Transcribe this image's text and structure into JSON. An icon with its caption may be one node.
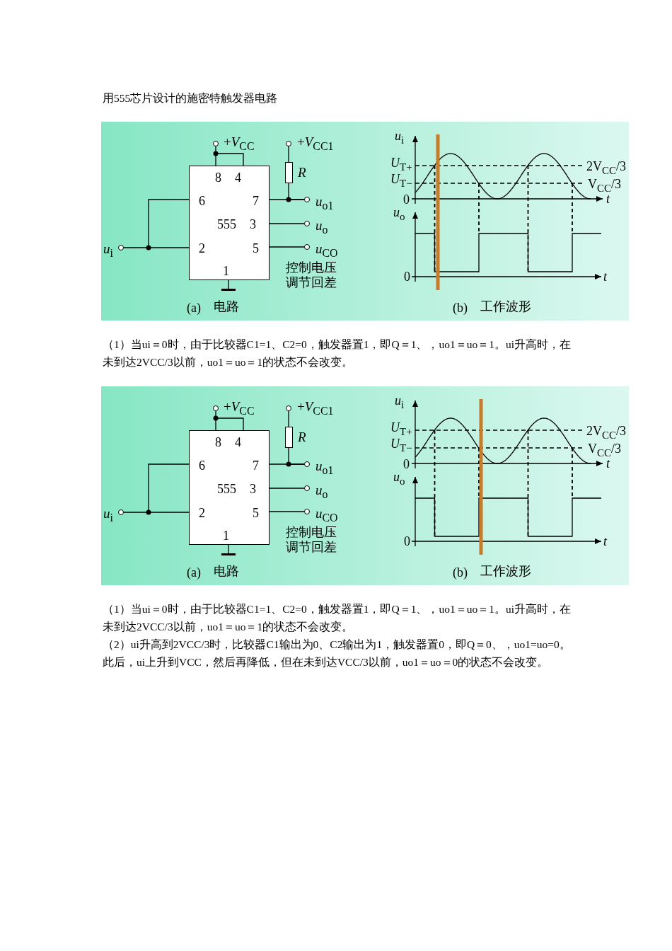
{
  "diagram": {
    "title": "用555芯片设计的施密特触发器电路",
    "nodes": [
      {
        "text": [
          "8",
          "4",
          "6",
          "7",
          "555",
          "3",
          "2",
          "5",
          "1"
        ]
      },
      {
        "text": [],
        "shape": "circle"
      },
      {
        "text": [],
        "shape": "circle"
      },
      {
        "text": [],
        "shape": "box"
      },
      {
        "text": [],
        "shape": "circle"
      },
      {
        "text": [],
        "shape": "circle"
      },
      {
        "text": [],
        "shape": "circle"
      },
      {
        "text": [],
        "shape": "circle"
      },
      {
        "text": [],
        "shape": "bar"
      },
      {
        "text": [
          "8",
          "4",
          "6",
          "7",
          "555",
          "3",
          "2",
          "5",
          "1"
        ]
      },
      {
        "text": [],
        "shape": "circle"
      },
      {
        "text": [],
        "shape": "circle"
      },
      {
        "text": [],
        "shape": "box"
      },
      {
        "text": [],
        "shape": "circle"
      },
      {
        "text": [],
        "shape": "circle"
      },
      {
        "text": [],
        "shape": "circle"
      },
      {
        "text": [],
        "shape": "circle"
      },
      {
        "text": [],
        "shape": "bar"
      }
    ],
    "edges": [
      {
        "from": 1,
        "to": 0,
        "arrow": "none"
      },
      {
        "from": 2,
        "to": 3,
        "arrow": "none"
      },
      {
        "from": 3,
        "to": 4,
        "arrow": "none"
      },
      {
        "from": 0,
        "to": 4,
        "arrow": "none"
      },
      {
        "from": 0,
        "to": 5,
        "arrow": "none"
      },
      {
        "from": 0,
        "to": 6,
        "arrow": "none"
      },
      {
        "from": 7,
        "to": 0,
        "arrow": "none"
      },
      {
        "from": 0,
        "to": 8,
        "arrow": "none"
      },
      {
        "from": 10,
        "to": 9,
        "arrow": "none"
      },
      {
        "from": 11,
        "to": 12,
        "arrow": "none"
      },
      {
        "from": 12,
        "to": 13,
        "arrow": "none"
      },
      {
        "from": 9,
        "to": 13,
        "arrow": "none"
      },
      {
        "from": 9,
        "to": 14,
        "arrow": "none"
      },
      {
        "from": 9,
        "to": 15,
        "arrow": "none"
      },
      {
        "from": 16,
        "to": 9,
        "arrow": "none"
      },
      {
        "from": 9,
        "to": 17,
        "arrow": "none"
      }
    ],
    "labels": [
      "+*V*$_{CC}$",
      "+*V*$_{CC1}$",
      "R",
      "*u*$_{o1}$",
      "*u*$_{o}$",
      "*u*$_{i}$",
      "*u*$_{CO}$",
      "控制电压调节回差",
      "(a)",
      "电路",
      "*u*$_{i}$",
      "*U*$_{T+}$",
      "*U*$_{T−}$",
      "0",
      "2V$_{CC}$/3",
      "V$_{CC}$/3",
      "t",
      "*u*$_{o}$",
      "0",
      "t",
      "(b)",
      "工作波形",
      "（1）当ui＝0时，由于比较器C1=1、C2=0，触发器置1，即Q＝1、，uo1＝uo＝1。ui升高时，在未到达2VCC/3以前，uo1＝uo＝1的状态不会改变。",
      "+*V*$_{CC}$",
      "+*V*$_{CC1}$",
      "R",
      "*u*$_{o1}$",
      "*u*$_{o}$",
      "*u*$_{i}$",
      "*u*$_{CO}$",
      "控制电压调节回差",
      "(a)",
      "电路",
      "*u*$_{i}$",
      "*U*$_{T+}$",
      "*U*$_{T−}$",
      "0",
      "2V$_{CC}$/3",
      "V$_{CC}$/3",
      "t",
      "*u*$_{o}$",
      "0",
      "t",
      "(b)",
      "工作波形",
      "（1）当ui＝0时，由于比较器C1=1、C2=0，触发器置1，即Q＝1、，uo1＝uo＝1。ui升高时，在未到达2VCC/3以前，uo1＝uo＝1的状态不会改变。",
      "（2）ui升高到2VCC/3时，比较器C1输出为0、C2输出为1，触发器置0，即Q＝0、，uo1=uo=0。此后，ui上升到VCC，然后再降低，但在未到达VCC/3以前，uo1＝uo＝0的状态不会改变。"
    ]
  }
}
